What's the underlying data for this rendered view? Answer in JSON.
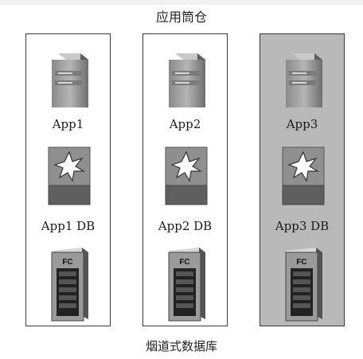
{
  "header": {
    "title": "应用筒仓"
  },
  "columns": [
    {
      "app_label": "App1",
      "db_label": "App1 DB",
      "storage_badge": "FC",
      "highlight": false
    },
    {
      "app_label": "App2",
      "db_label": "App2 DB",
      "storage_badge": "FC",
      "highlight": false
    },
    {
      "app_label": "App3",
      "db_label": "App3 DB",
      "storage_badge": "FC",
      "highlight": true
    }
  ],
  "footer": {
    "title": "烟道式数据库"
  },
  "icons": {
    "app": "server-icon",
    "db": "database-icon",
    "storage": "fc-storage-icon"
  },
  "colors": {
    "highlight_bg": "#b9b9b9",
    "border": "#3a3a3a"
  }
}
